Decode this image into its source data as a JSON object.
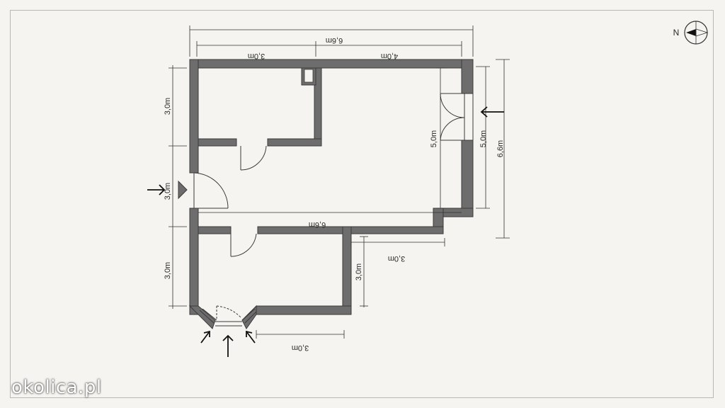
{
  "compass": {
    "north_label": "N",
    "icon": "compass-north-icon"
  },
  "dimensions": {
    "top_total": "6,6m",
    "top_left": "3,0m",
    "top_right": "4,0m",
    "left_upper": "3,0m",
    "left_middle": "3,0m",
    "left_lower": "3,0m",
    "right_room_height": "5,0m",
    "right_outer_height": "5,0m",
    "right_total_height": "6,6m",
    "middle_width": "6,6m",
    "lower_right_width": "3,0m",
    "lower_right_height": "3,0m",
    "bottom_width": "3,0m"
  },
  "entrances": {
    "right_arrow": "entrance-arrow-east",
    "left_arrow": "entrance-arrow-west",
    "bottom_arrows": [
      "entrance-arrow-bottom-left",
      "entrance-arrow-bottom-center",
      "entrance-arrow-bottom-right"
    ]
  },
  "colors": {
    "wall": "#6d6d6d",
    "wall_outline": "#3a3a3a",
    "paper": "#f5f4f0",
    "dimension_line": "#333333"
  },
  "watermark": "okolica.pl"
}
